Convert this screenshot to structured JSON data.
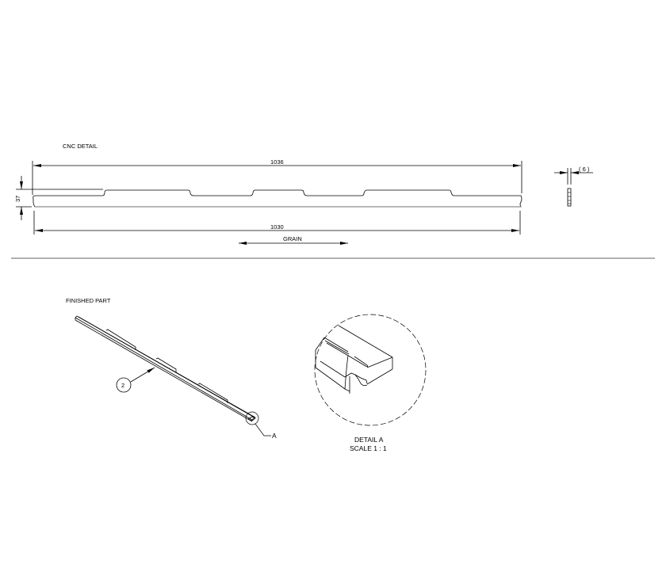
{
  "sheet": {
    "cnc_section": {
      "title": "CNC DETAIL",
      "dim_overall_top": "1036",
      "dim_overall_bottom": "1030",
      "dim_height": "37",
      "grain_label": "GRAIN",
      "end_view_thickness": "( 6 )"
    },
    "finished_section": {
      "title": "FINISHED PART",
      "balloon_item": "2",
      "detail_callout": "A"
    },
    "detail_view": {
      "title": "DETAIL A",
      "scale": "SCALE 1 : 1"
    }
  }
}
